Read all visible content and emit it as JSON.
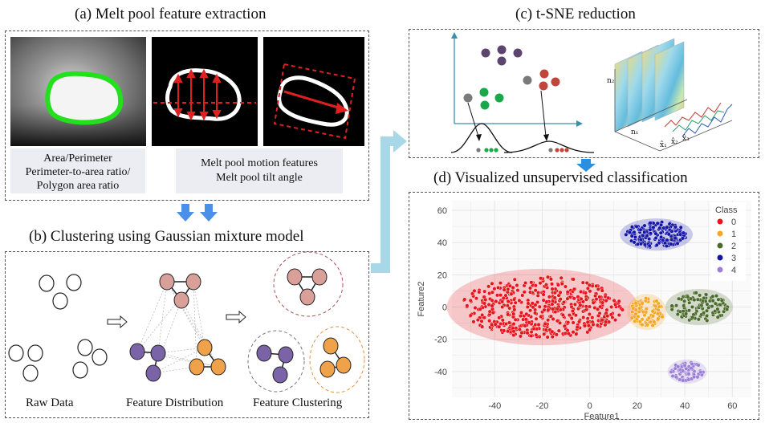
{
  "panels": {
    "a": {
      "title": "(a) Melt pool feature extraction",
      "box1_lines": [
        "Area/Perimeter",
        "Perimeter-to-area ratio/",
        "Polygon area ratio"
      ],
      "box2_lines": [
        "Melt pool motion features",
        "Melt pool tilt angle"
      ]
    },
    "b": {
      "title": "(b) Clustering using Gaussian mixture model",
      "captions": [
        "Raw Data",
        "Feature Distribution",
        "Feature Clustering"
      ]
    },
    "c": {
      "title": "(c) t-SNE  reduction",
      "axis_labels": [
        "n₂",
        "n₁",
        "x̂₁",
        "x̂₂",
        "x̂₃"
      ]
    },
    "d": {
      "title": "(d) Visualized unsupervised classification"
    }
  },
  "colors": {
    "purple_node": "#7a63a6",
    "pink_node": "#d9a09a",
    "orange_node": "#f0a24a",
    "arrow_blue": "#4a8fe8",
    "connector": "#a8d8e8"
  },
  "chart_data": {
    "type": "scatter",
    "xlabel": "Feature1",
    "ylabel": "Feature2",
    "xlim": [
      -58,
      68
    ],
    "ylim": [
      -56,
      66
    ],
    "xticks": [
      -40,
      -20,
      0,
      20,
      40,
      60
    ],
    "yticks": [
      -40,
      -20,
      0,
      20,
      40,
      60
    ],
    "grid": true,
    "legend_title": "Class",
    "legend_position": "top-right",
    "series": [
      {
        "name": "0",
        "color": "#e8141c",
        "cluster": {
          "cx": -20,
          "cy": 0,
          "rx": 34,
          "ry": 19,
          "n": 520
        }
      },
      {
        "name": "1",
        "color": "#f5a623",
        "cluster": {
          "cx": 24,
          "cy": -3,
          "rx": 7,
          "ry": 9,
          "n": 90
        }
      },
      {
        "name": "2",
        "color": "#4a6b2a",
        "cluster": {
          "cx": 46,
          "cy": 0,
          "rx": 12,
          "ry": 9,
          "n": 120
        }
      },
      {
        "name": "3",
        "color": "#1515a8",
        "cluster": {
          "cx": 28,
          "cy": 45,
          "rx": 13,
          "ry": 8,
          "n": 190
        }
      },
      {
        "name": "4",
        "color": "#9b7fd6",
        "cluster": {
          "cx": 41,
          "cy": -40,
          "rx": 7,
          "ry": 6,
          "n": 70
        }
      }
    ]
  }
}
